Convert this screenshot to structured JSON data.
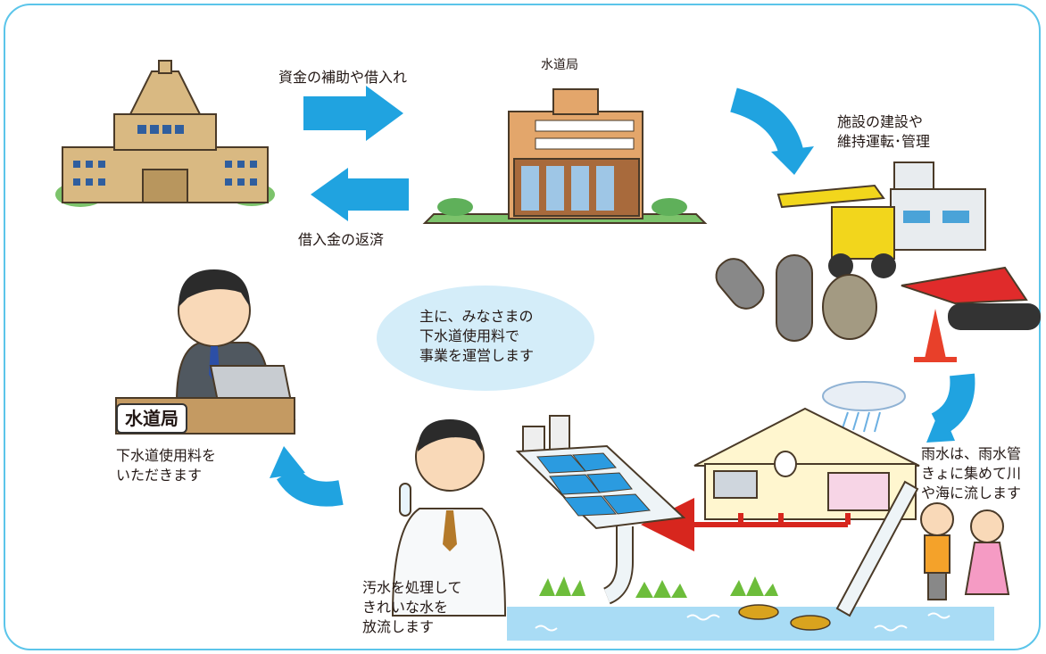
{
  "labels": {
    "subsidy": "資金の補助や借入れ",
    "repayment": "借入金の返済",
    "bureau_building": "水道局",
    "construction": "施設の建設や\n維持運転･管理",
    "center_text": "主に、みなさまの\n下水道使用料で\n事業を運営します",
    "desk_sign": "水道局",
    "fee": "下水道使用料を\nいただきます",
    "treatment": "汚水を処理して\nきれいな水を\n放流します",
    "rain": "雨水は、雨水管\nきょに集めて川\nや海に流します"
  },
  "colors": {
    "arrow": "#20a3e0",
    "frame": "#5bc5ea",
    "oval": "#d4edf9",
    "pipe_arrow": "#d7261e",
    "river": "#a9dcf5"
  },
  "icons": [
    "parliament-building",
    "water-bureau-building",
    "construction-machinery",
    "house-with-rain",
    "treatment-facility",
    "scientist",
    "office-worker",
    "children"
  ]
}
